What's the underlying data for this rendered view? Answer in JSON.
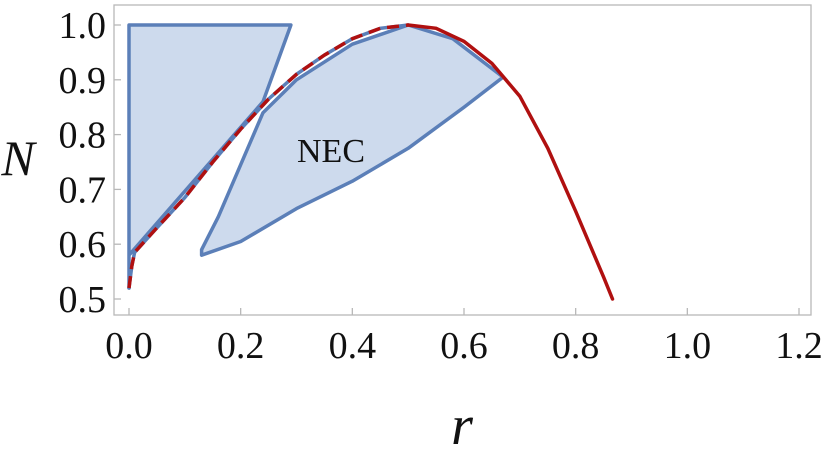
{
  "chart_data": {
    "type": "area",
    "xlabel": "r",
    "ylabel": "N",
    "xlim": [
      0.0,
      1.22
    ],
    "ylim": [
      0.5,
      1.02
    ],
    "xticks": [
      "0.0",
      "0.2",
      "0.4",
      "0.6",
      "0.8",
      "1.0",
      "1.2"
    ],
    "yticks": [
      "0.5",
      "0.6",
      "0.7",
      "0.8",
      "0.9",
      "1.0"
    ],
    "annotation": "NEC",
    "grid": false,
    "colors": {
      "region_fill": "#c8d6eb",
      "region_edge": "#5b7fb8",
      "curve": "#b01010",
      "frame": "#b8b8b8"
    },
    "regions": [
      {
        "points": [
          [
            0.0,
            0.52
          ],
          [
            0.0,
            1.0
          ],
          [
            0.29,
            1.0
          ],
          [
            0.24,
            0.86
          ],
          [
            0.0,
            0.58
          ]
        ]
      },
      {
        "points": [
          [
            0.13,
            0.58
          ],
          [
            0.13,
            0.59
          ],
          [
            0.16,
            0.65
          ],
          [
            0.24,
            0.84
          ],
          [
            0.3,
            0.9
          ],
          [
            0.4,
            0.965
          ],
          [
            0.5,
            1.0
          ],
          [
            0.58,
            0.975
          ],
          [
            0.67,
            0.905
          ],
          [
            0.6,
            0.85
          ],
          [
            0.5,
            0.775
          ],
          [
            0.4,
            0.715
          ],
          [
            0.3,
            0.665
          ],
          [
            0.2,
            0.605
          ]
        ]
      }
    ],
    "curve": {
      "points": [
        [
          0.0,
          0.52
        ],
        [
          0.005,
          0.56
        ],
        [
          0.01,
          0.585
        ],
        [
          0.05,
          0.63
        ],
        [
          0.1,
          0.685
        ],
        [
          0.15,
          0.75
        ],
        [
          0.2,
          0.81
        ],
        [
          0.25,
          0.865
        ],
        [
          0.3,
          0.91
        ],
        [
          0.35,
          0.945
        ],
        [
          0.4,
          0.975
        ],
        [
          0.45,
          0.994
        ],
        [
          0.5,
          1.0
        ],
        [
          0.55,
          0.994
        ],
        [
          0.6,
          0.97
        ],
        [
          0.65,
          0.93
        ],
        [
          0.7,
          0.87
        ],
        [
          0.75,
          0.775
        ],
        [
          0.8,
          0.66
        ],
        [
          0.85,
          0.54
        ],
        [
          0.866,
          0.5
        ]
      ],
      "dashed_until_x": 0.5
    }
  }
}
